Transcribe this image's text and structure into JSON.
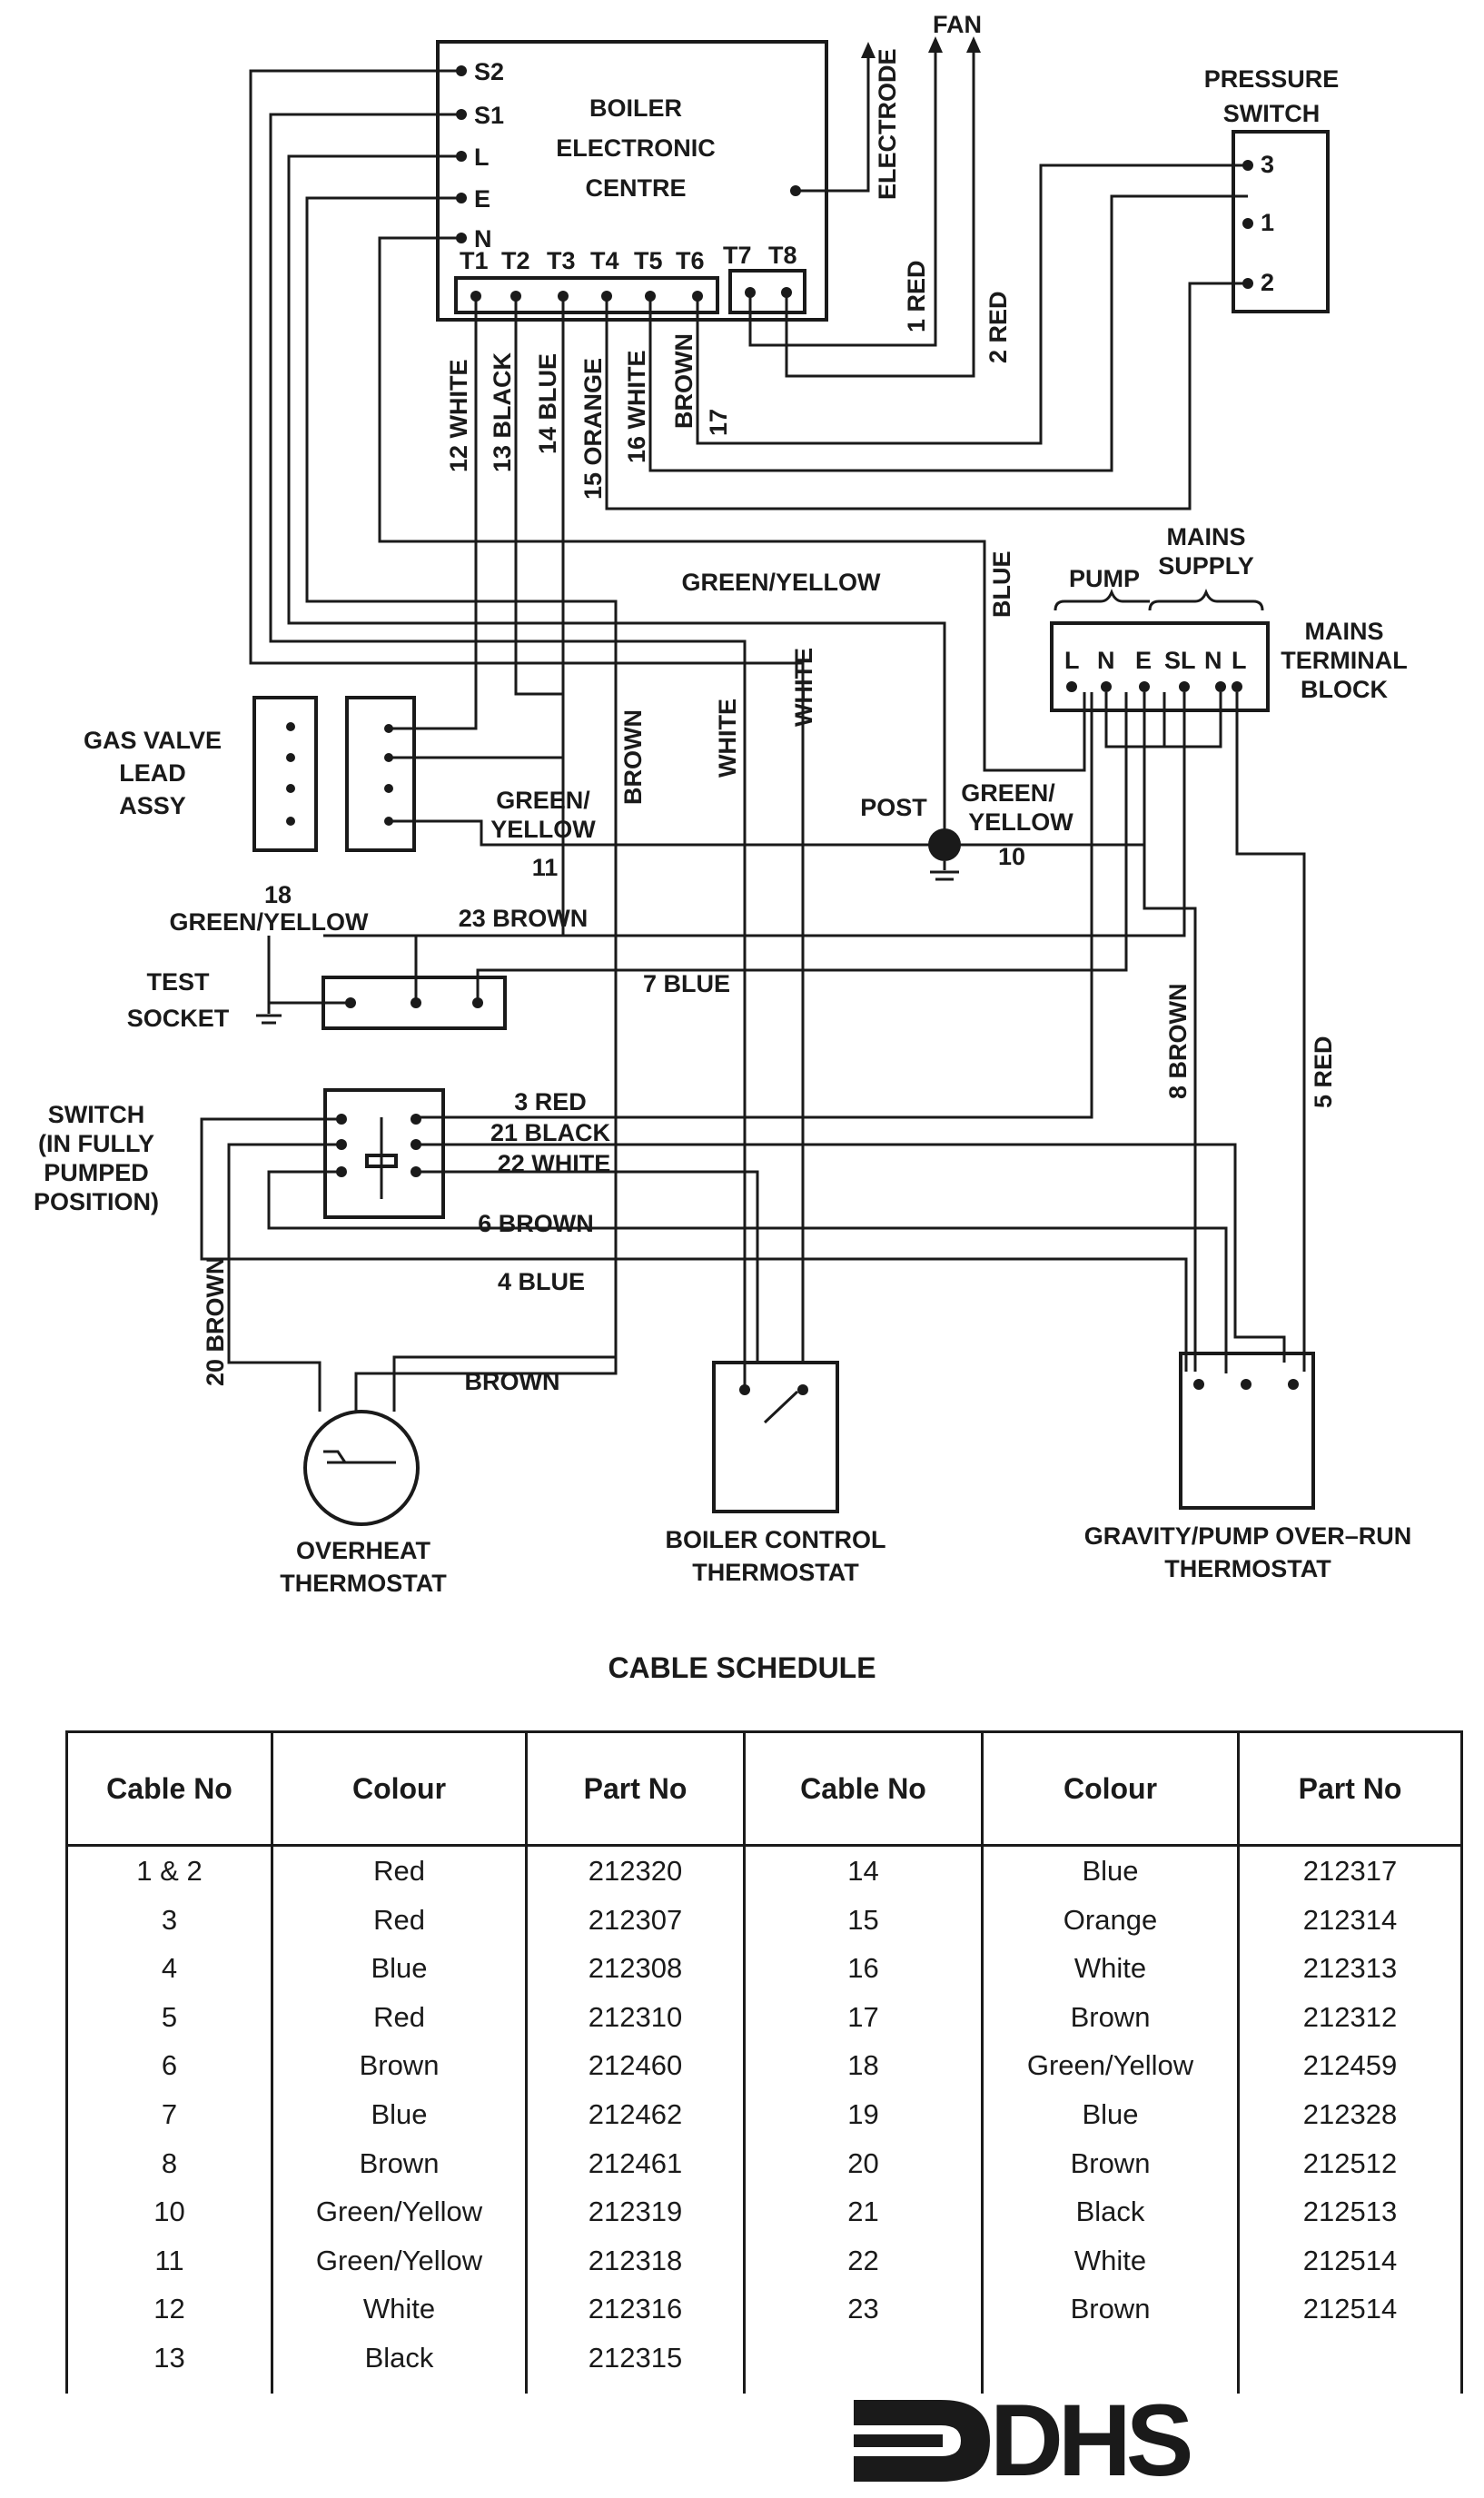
{
  "diagram": {
    "bec": {
      "title_line1": "BOILER",
      "title_line2": "ELECTRONIC",
      "title_line3": "CENTRE",
      "left_terminals": [
        "S2",
        "S1",
        "L",
        "E",
        "N"
      ],
      "bottom_terminals": [
        "T1",
        "T2",
        "T3",
        "T4",
        "T5",
        "T6",
        "T7",
        "T8"
      ]
    },
    "electrode": "ELECTRODE",
    "fan": "FAN",
    "pressure_switch": {
      "label_line1": "PRESSURE",
      "label_line2": "SWITCH",
      "terminals": [
        "3",
        "1",
        "2"
      ]
    },
    "mains_supply": {
      "line1": "MAINS",
      "line2": "SUPPLY"
    },
    "pump": "PUMP",
    "mains_terminal_block": {
      "line1": "MAINS",
      "line2": "TERMINAL",
      "line3": "BLOCK",
      "terminals": [
        "L",
        "N",
        "E",
        "SL",
        "N",
        "L"
      ]
    },
    "gas_valve": {
      "line1": "GAS  VALVE",
      "line2": "LEAD",
      "line3": "ASSY"
    },
    "test_socket": {
      "line1": "TEST",
      "line2": "SOCKET"
    },
    "switch": {
      "line1": "SWITCH",
      "line2": "(IN  FULLY",
      "line3": "PUMPED",
      "line4": "POSITION)"
    },
    "overheat": {
      "line1": "OVERHEAT",
      "line2": "THERMOSTAT"
    },
    "boiler_control": {
      "line1": "BOILER  CONTROL",
      "line2": "THERMOSTAT"
    },
    "gravity": {
      "line1": "GRAVITY/PUMP  OVER–RUN",
      "line2": "THERMOSTAT"
    },
    "post": "POST",
    "wire_labels": {
      "w1": "1  RED",
      "w2": "2  RED",
      "w12": "12  WHITE",
      "w13": "13  BLACK",
      "w14": "14  BLUE",
      "w15": "15  ORANGE",
      "w16": "16  WHITE",
      "w17_color": "BROWN",
      "w17_num": "17",
      "green_yellow_top": "GREEN/YELLOW",
      "blue_right": "BLUE",
      "white_center": "WHITE",
      "white_left": "WHITE",
      "brown_vert": "BROWN",
      "gy_gas_line1": "GREEN/",
      "gy_gas_line2": "YELLOW",
      "n11": "11",
      "gy_post_line1": "GREEN/",
      "gy_post_line2": "YELLOW",
      "n10": "10",
      "n18": "18",
      "gy_18": "GREEN/YELLOW",
      "w23": "23  BROWN",
      "w7": "7  BLUE",
      "w8": "8  BROWN",
      "w5": "5  RED",
      "w3": "3  RED",
      "w21": "21  BLACK",
      "w22": "22  WHITE",
      "w6": "6  BROWN",
      "w4": "4  BLUE",
      "w20": "20  BROWN",
      "brown_bottom": "BROWN"
    }
  },
  "schedule": {
    "title": "CABLE SCHEDULE",
    "headers": [
      "Cable No",
      "Colour",
      "Part No",
      "Cable No",
      "Colour",
      "Part No"
    ],
    "left_rows": [
      {
        "no": "1 & 2",
        "colour": "Red",
        "part": "212320"
      },
      {
        "no": "3",
        "colour": "Red",
        "part": "212307"
      },
      {
        "no": "4",
        "colour": "Blue",
        "part": "212308"
      },
      {
        "no": "5",
        "colour": "Red",
        "part": "212310"
      },
      {
        "no": "6",
        "colour": "Brown",
        "part": "212460"
      },
      {
        "no": "7",
        "colour": "Blue",
        "part": "212462"
      },
      {
        "no": "8",
        "colour": "Brown",
        "part": "212461"
      },
      {
        "no": "10",
        "colour": "Green/Yellow",
        "part": "212319"
      },
      {
        "no": "11",
        "colour": "Green/Yellow",
        "part": "212318"
      },
      {
        "no": "12",
        "colour": "White",
        "part": "212316"
      },
      {
        "no": "13",
        "colour": "Black",
        "part": "212315"
      }
    ],
    "right_rows": [
      {
        "no": "14",
        "colour": "Blue",
        "part": "212317"
      },
      {
        "no": "15",
        "colour": "Orange",
        "part": "212314"
      },
      {
        "no": "16",
        "colour": "White",
        "part": "212313"
      },
      {
        "no": "17",
        "colour": "Brown",
        "part": "212312"
      },
      {
        "no": "18",
        "colour": "Green/Yellow",
        "part": "212459"
      },
      {
        "no": "19",
        "colour": "Blue",
        "part": "212328"
      },
      {
        "no": "20",
        "colour": "Brown",
        "part": "212512"
      },
      {
        "no": "21",
        "colour": "Black",
        "part": "212513"
      },
      {
        "no": "22",
        "colour": "White",
        "part": "212514"
      },
      {
        "no": "23",
        "colour": "Brown",
        "part": "212514"
      }
    ]
  },
  "logo": {
    "text": "DHS"
  }
}
